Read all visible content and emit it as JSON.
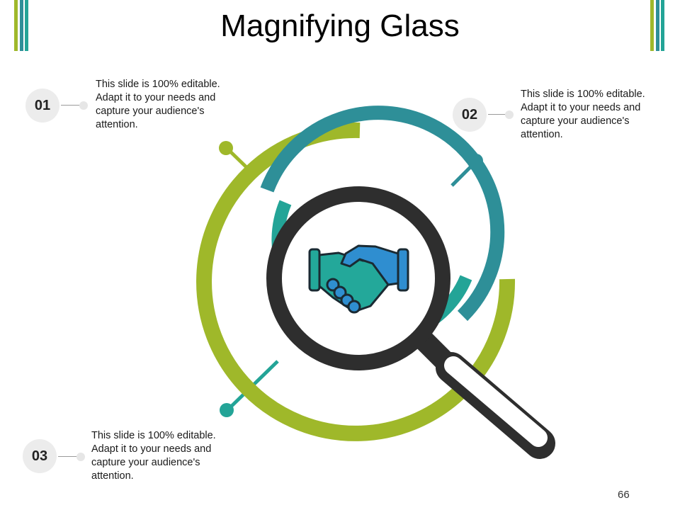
{
  "title": "Magnifying Glass",
  "items": [
    {
      "number": "01",
      "text": "This slide is 100% editable. Adapt it to your needs and capture your audience's attention."
    },
    {
      "number": "02",
      "text": "This slide is 100% editable. Adapt it to your needs and capture your audience's attention."
    },
    {
      "number": "03",
      "text": "This slide is 100% editable. Adapt it to your needs and capture your audience's attention."
    }
  ],
  "page_number": "66",
  "colors": {
    "green": "#9fb82a",
    "teal_dark": "#2e8f98",
    "teal": "#23a497",
    "charcoal": "#2e2e2e",
    "handshake_blue": "#2f8ed0",
    "handshake_green": "#23a89a"
  },
  "icons": [
    "handshake-icon",
    "magnifying-glass-icon"
  ]
}
